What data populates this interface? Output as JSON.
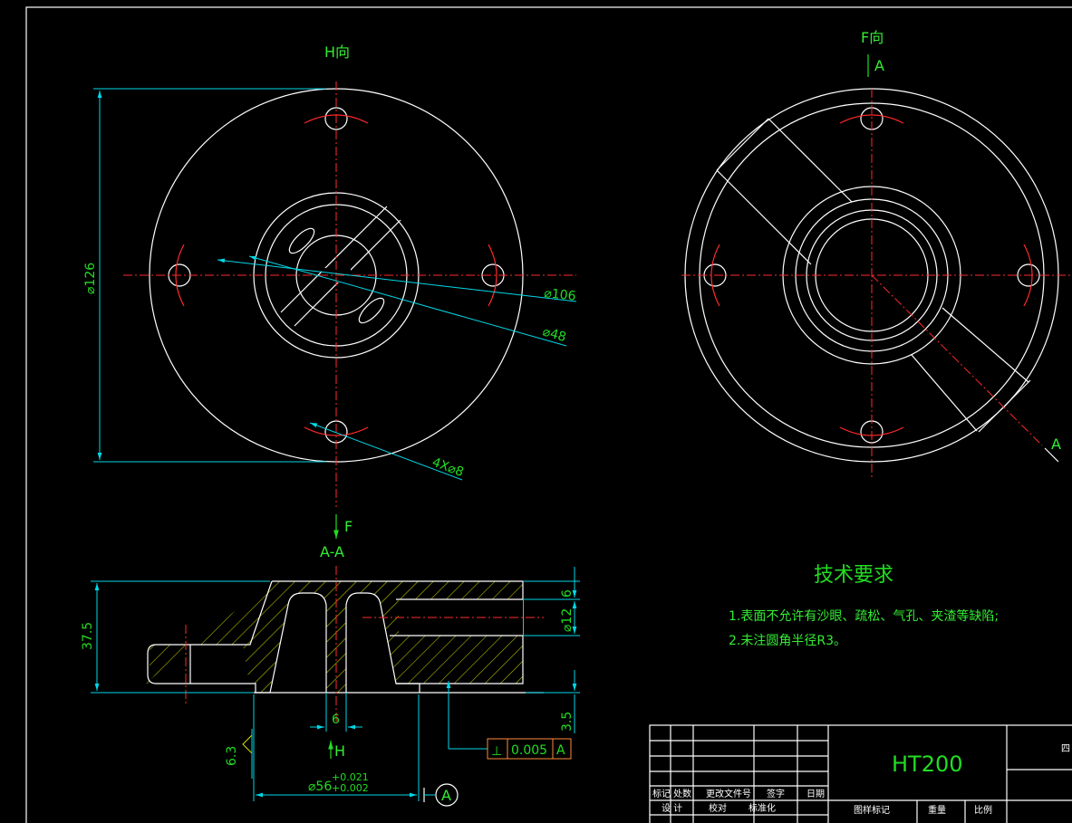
{
  "views": {
    "h_view_label": "H向",
    "f_view_label": "F向",
    "section_a_top": "A",
    "section_a_bottom": "A",
    "section_view_label": "A-A",
    "view_arrow_f": "F",
    "view_arrow_h": "H"
  },
  "dimensions": {
    "dia_126": "⌀126",
    "dia_106": "⌀106",
    "dia_48": "⌀48",
    "holes": "4X⌀8",
    "height_37_5": "37.5",
    "top_6": "6",
    "dia_12": "⌀12",
    "rib_6": "6",
    "base_3_5": "3.5",
    "roughness": "6.3",
    "dia_56_main": "⌀56",
    "dia_56_tol_upper": "+0.021",
    "dia_56_tol_lower": "+0.002",
    "datum_a": "A"
  },
  "tolerance_frame": {
    "symbol": "⊥",
    "value": "0.005",
    "datum": "A"
  },
  "tech_requirements": {
    "title": "技术要求",
    "line1": "1.表面不允许有沙眼、疏松、气孔、夹渣等缺陷;",
    "line2": "2.未注圆角半径R3。"
  },
  "title_block": {
    "material": "HT200",
    "col_mark": "标记",
    "col_count": "处数",
    "col_file": "更改文件号",
    "col_sign": "签字",
    "col_date": "日期",
    "row_design": "设 计",
    "row_proof": "校对",
    "row_std": "标准化",
    "col_drawing_mark": "图样标记",
    "col_weight": "重量",
    "col_scale": "比例",
    "corner_text": "四"
  },
  "colors": {
    "background": "#000000",
    "outline": "#ffffff",
    "center_line": "#ff2a2a",
    "dimension": "#00d8e8",
    "hatch": "#d8e000",
    "text": "#22dd22"
  }
}
